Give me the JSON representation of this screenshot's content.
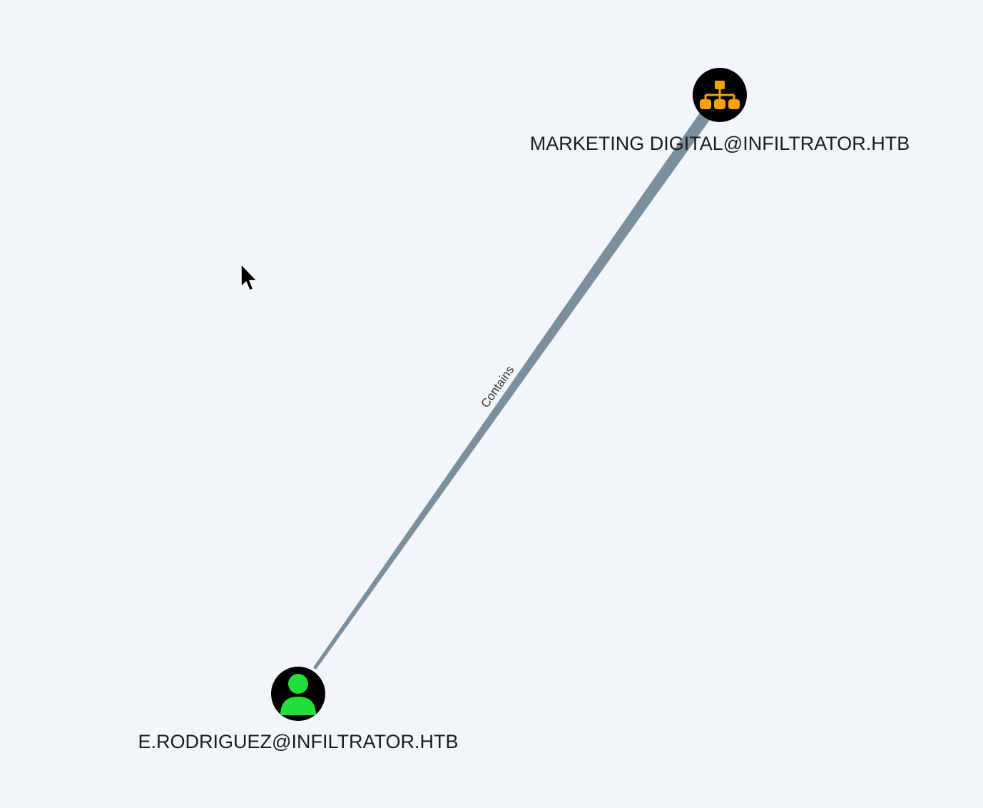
{
  "colors": {
    "background": "#f2f5fa",
    "node_fill": "#000000",
    "group_icon": "#f5a300",
    "user_icon": "#22e03a",
    "edge": "#7b8f9d",
    "label_text": "#1b1b1b"
  },
  "graph": {
    "nodes": [
      {
        "id": "group",
        "type": "group",
        "icon": "org-chart-icon",
        "label": "MARKETING DIGITAL@INFILTRATOR.HTB"
      },
      {
        "id": "user",
        "type": "user",
        "icon": "user-icon",
        "label": "E.RODRIGUEZ@INFILTRATOR.HTB"
      }
    ],
    "edges": [
      {
        "source": "group",
        "target": "user",
        "label": "Contains"
      }
    ]
  },
  "cursor": {
    "icon": "mouse-pointer-icon"
  }
}
